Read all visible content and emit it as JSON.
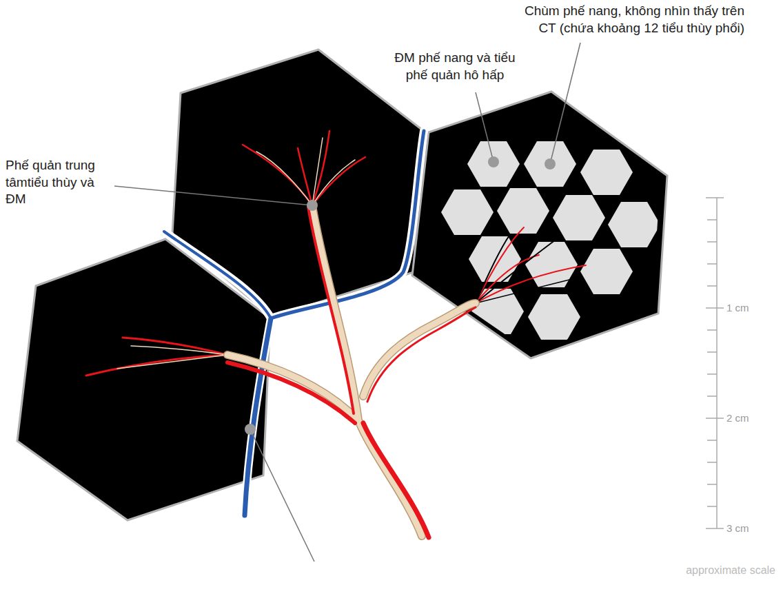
{
  "diagram": {
    "labels": [
      "Chùm phế nang, không nhìn thấy trên CT (chứa khoảng 12 tiểu thùy phổi)",
      "ĐM phế nang và tiểu phế quản hô hấp",
      "Phế quản trung tâmtiểu thùy và ĐM",
      "1 cm",
      "2 cm",
      "3 cm",
      "approximate scale"
    ]
  }
}
